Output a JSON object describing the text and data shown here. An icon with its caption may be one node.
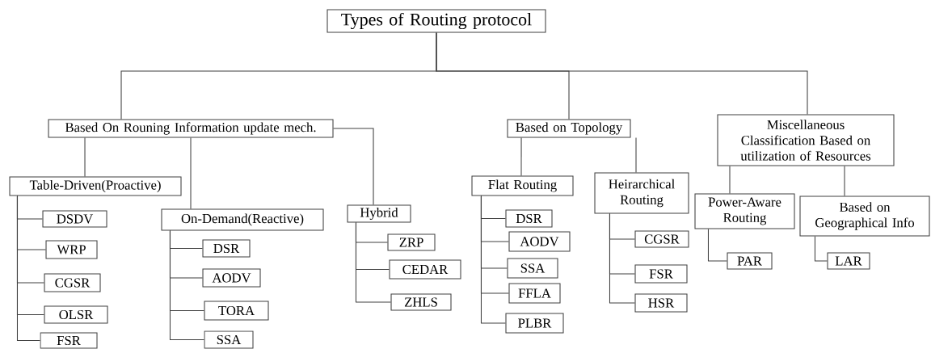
{
  "diagram": {
    "nodes": [
      {
        "text": [
          "Types of Routing protocol"
        ]
      },
      {
        "text": [
          "Based On Rouning Information update mech."
        ]
      },
      {
        "text": [
          "Based on Topology"
        ]
      },
      {
        "text": [
          "Miscellaneous Classification Based on utilization of Resources"
        ]
      },
      {
        "text": [
          "Table-Driven(Proactive)"
        ]
      },
      {
        "text": [
          "DSDV"
        ]
      },
      {
        "text": [
          "WRP"
        ]
      },
      {
        "text": [
          "CGSR"
        ]
      },
      {
        "text": [
          "OLSR"
        ]
      },
      {
        "text": [
          "FSR"
        ]
      },
      {
        "text": [
          "On-Demand(Reactive)"
        ]
      },
      {
        "text": [
          "DSR"
        ]
      },
      {
        "text": [
          "AODV"
        ]
      },
      {
        "text": [
          "TORA"
        ]
      },
      {
        "text": [
          "SSA"
        ]
      },
      {
        "text": [
          "Hybrid"
        ]
      },
      {
        "text": [
          "ZRP"
        ]
      },
      {
        "text": [
          "CEDAR"
        ]
      },
      {
        "text": [
          "ZHLS"
        ]
      },
      {
        "text": [
          "Flat Routing"
        ]
      },
      {
        "text": [
          "DSR"
        ]
      },
      {
        "text": [
          "AODV"
        ]
      },
      {
        "text": [
          "SSA"
        ]
      },
      {
        "text": [
          "FFLA"
        ]
      },
      {
        "text": [
          "PLBR"
        ]
      },
      {
        "text": [
          "Heirarchical Routing"
        ]
      },
      {
        "text": [
          "CGSR"
        ]
      },
      {
        "text": [
          "FSR"
        ]
      },
      {
        "text": [
          "HSR"
        ]
      },
      {
        "text": [
          "Power-Aware Routing"
        ]
      },
      {
        "text": [
          "Based on Geographical Info"
        ]
      },
      {
        "text": [
          "PAR"
        ]
      },
      {
        "text": [
          "LAR"
        ]
      }
    ],
    "edges": [
      {
        "from": 0,
        "to": 1,
        "arrow": "none"
      },
      {
        "from": 0,
        "to": 2,
        "arrow": "none"
      },
      {
        "from": 0,
        "to": 3,
        "arrow": "none"
      },
      {
        "from": 1,
        "to": 4,
        "arrow": "none"
      },
      {
        "from": 1,
        "to": 10,
        "arrow": "none"
      },
      {
        "from": 1,
        "to": 15,
        "arrow": "none"
      },
      {
        "from": 4,
        "to": 5,
        "arrow": "none"
      },
      {
        "from": 4,
        "to": 6,
        "arrow": "none"
      },
      {
        "from": 4,
        "to": 7,
        "arrow": "none"
      },
      {
        "from": 4,
        "to": 8,
        "arrow": "none"
      },
      {
        "from": 4,
        "to": 9,
        "arrow": "none"
      },
      {
        "from": 10,
        "to": 11,
        "arrow": "none"
      },
      {
        "from": 10,
        "to": 12,
        "arrow": "none"
      },
      {
        "from": 10,
        "to": 13,
        "arrow": "none"
      },
      {
        "from": 10,
        "to": 14,
        "arrow": "none"
      },
      {
        "from": 15,
        "to": 16,
        "arrow": "none"
      },
      {
        "from": 15,
        "to": 17,
        "arrow": "none"
      },
      {
        "from": 15,
        "to": 18,
        "arrow": "none"
      },
      {
        "from": 2,
        "to": 19,
        "arrow": "none"
      },
      {
        "from": 2,
        "to": 25,
        "arrow": "none"
      },
      {
        "from": 19,
        "to": 20,
        "arrow": "none"
      },
      {
        "from": 19,
        "to": 21,
        "arrow": "none"
      },
      {
        "from": 19,
        "to": 22,
        "arrow": "none"
      },
      {
        "from": 19,
        "to": 23,
        "arrow": "none"
      },
      {
        "from": 19,
        "to": 24,
        "arrow": "none"
      },
      {
        "from": 25,
        "to": 26,
        "arrow": "none"
      },
      {
        "from": 25,
        "to": 27,
        "arrow": "none"
      },
      {
        "from": 25,
        "to": 28,
        "arrow": "none"
      },
      {
        "from": 3,
        "to": 29,
        "arrow": "none"
      },
      {
        "from": 3,
        "to": 30,
        "arrow": "none"
      },
      {
        "from": 29,
        "to": 31,
        "arrow": "none"
      },
      {
        "from": 30,
        "to": 32,
        "arrow": "none"
      }
    ]
  }
}
